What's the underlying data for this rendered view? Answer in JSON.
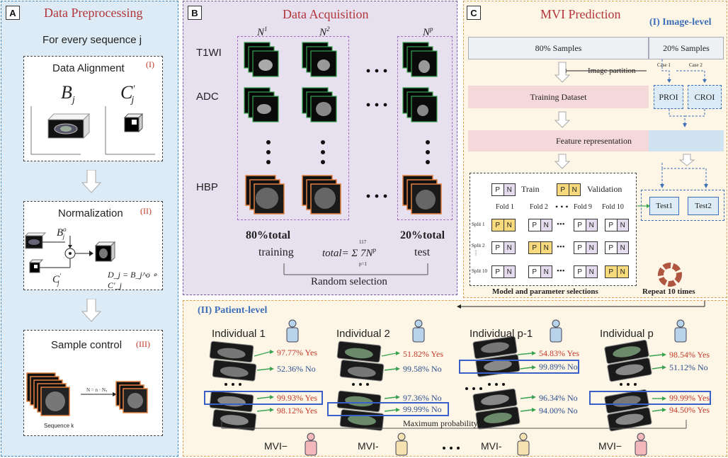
{
  "panel_a": {
    "tag": "A",
    "title": "Data Preprocessing",
    "subtitle": "For every sequence j",
    "alignment": {
      "title": "Data Alignment",
      "num": "(I)",
      "left_symbol": "B",
      "left_sub": "j",
      "right_symbol": "C",
      "right_sup": "'",
      "right_sub": "j"
    },
    "normalization": {
      "title": "Normalization",
      "num": "(II)",
      "top_symbol": "B",
      "top_sup": "o",
      "top_sub": "j",
      "bottom_symbol": "C",
      "bottom_sup": "'",
      "bottom_sub": "j",
      "formula": "D_j = B_j^o ∘ C'_j"
    },
    "sample_control": {
      "title": "Sample control",
      "num": "(III)",
      "caption": "Sequence k"
    }
  },
  "panel_b": {
    "tag": "B",
    "title": "Data Acquisition",
    "rows": [
      "T1WI",
      "ADC",
      "HBP"
    ],
    "columns": [
      "N",
      "N",
      "N"
    ],
    "column_sup": [
      "1",
      "2",
      "p"
    ],
    "train_pct": "80%total",
    "train_word": "training",
    "test_pct": "20%total",
    "test_word": "test",
    "total_formula": "total= Σ 7N",
    "sum_top": "117",
    "sum_bottom": "p=1",
    "random": "Random selection"
  },
  "panel_c": {
    "tag": "C",
    "title": "MVI Prediction",
    "image_level": "(I) Image-level",
    "samples80": "80% Samples",
    "samples20": "20% Samples",
    "partition": "Image partition",
    "case1": "Case 1",
    "case2": "Case 2",
    "training_dataset": "Training Dataset",
    "proi": "PROI",
    "croi": "CROI",
    "feature": "Feature representation",
    "legend": {
      "p": "P",
      "n": "N",
      "train": "Train",
      "validation": "Validation"
    },
    "folds": [
      "Fold 1",
      "Fold 2",
      "Fold 9",
      "Fold 10"
    ],
    "splits": [
      "Split 1",
      "Split 2",
      "Split 10"
    ],
    "test1": "Test1",
    "test2": "Test2",
    "model_caption": "Model and parameter selections",
    "repeat_caption": "Repeat 10 times"
  },
  "patient_level": {
    "title": "(II) Patient-level",
    "max_prob": "Maximum probability",
    "individuals": [
      {
        "name": "Individual 1",
        "r1": "97.77% Yes",
        "r2": "52.36% No",
        "r3": "99.93% Yes",
        "r4": "98.12% Yes",
        "mvi": "MVI−"
      },
      {
        "name": "Individual 2",
        "r1": "51.82% Yes",
        "r2": "99.58% No",
        "r3": "97.36% No",
        "r4": "99.99% No",
        "mvi": "MVI-"
      },
      {
        "name": "Individual p-1",
        "r1": "54.83% Yes",
        "r2": "99.89% No",
        "r3": "96.34% No",
        "r4": "94.00% No",
        "mvi": "MVI-"
      },
      {
        "name": "Individual p",
        "r1": "98.54% Yes",
        "r2": "51.12% No",
        "r3": "99.99% Yes",
        "r4": "94.50% Yes",
        "mvi": "MVI−"
      }
    ]
  },
  "colors": {
    "panel_a_bg": "#dcebf5",
    "panel_b_bg": "#e6e0ef",
    "panel_c_bg": "#fdf6e6",
    "red": "#b3343a",
    "blue": "#3d6fb7",
    "yes": "#c0392b",
    "no": "#2d4f8f",
    "green": "#3aa351"
  }
}
